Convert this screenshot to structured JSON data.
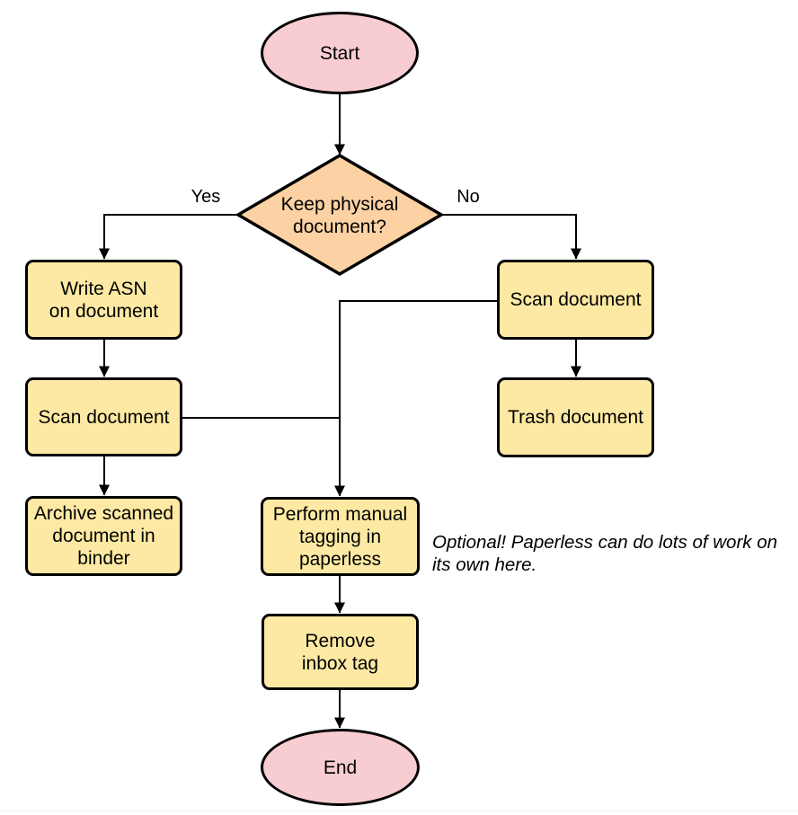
{
  "flowchart": {
    "nodes": {
      "start": "Start",
      "decision": "Keep physical\ndocument?",
      "write_asn": "Write ASN\non document",
      "scan_document_left": "Scan document",
      "archive": "Archive scanned\ndocument in\nbinder",
      "scan_document_right": "Scan document",
      "trash": "Trash document",
      "manual_tagging": "Perform manual\ntagging in\npaperless",
      "remove_inbox_tag": "Remove\ninbox tag",
      "end": "End"
    },
    "edge_labels": {
      "yes": "Yes",
      "no": "No"
    },
    "note": "Optional! Paperless can do lots of work on\nits own here.",
    "colors": {
      "terminator_fill": "#f8cdd2",
      "decision_fill": "#fcd1a4",
      "process_fill": "#fde9a3",
      "stroke": "#000000",
      "connector": "#000000",
      "background": "#ffffff"
    }
  }
}
